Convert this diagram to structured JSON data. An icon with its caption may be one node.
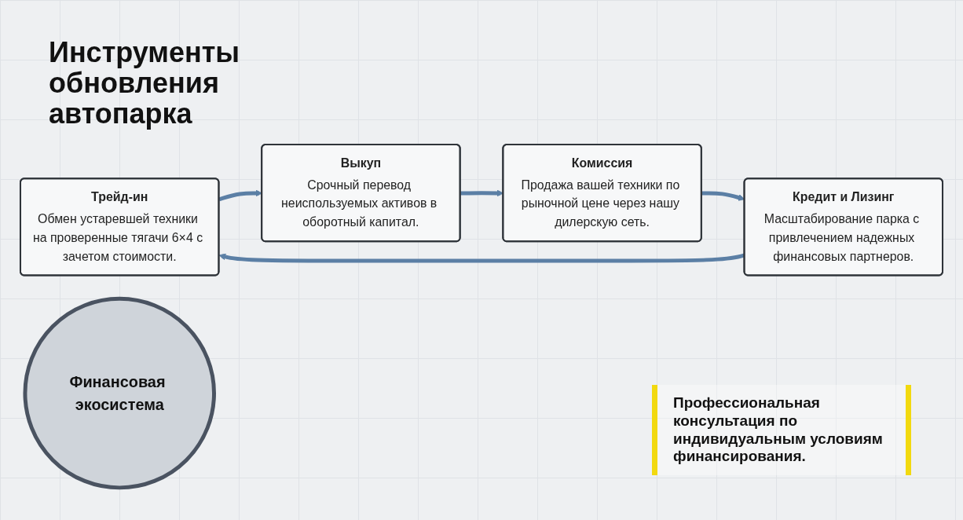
{
  "diagram": {
    "title": "Инструменты обновления автопарка",
    "nodes": [
      {
        "text": [
          "Трейд-ин",
          "Обмен устаревшей техники на проверенные тягачи 6×4 с зачетом стоимости."
        ]
      },
      {
        "text": [
          "Кредит и Лизинг",
          "Масштабирование парка с привлечением надежных финансовых партнеров."
        ]
      },
      {
        "text": [
          "Финансовая экосистема"
        ]
      },
      {
        "text": [
          "Выкуп",
          "Срочный перевод неиспользуемых активов в оборотный капитал."
        ]
      },
      {
        "text": [
          "Комиссия",
          "Продажа вашей техники по рыночной цене через нашу дилерскую сеть."
        ]
      }
    ],
    "edges": [
      {
        "from": 0,
        "to": 3,
        "arrow": "to"
      },
      {
        "from": 3,
        "to": 4,
        "arrow": "to"
      },
      {
        "from": 4,
        "to": 1,
        "arrow": "to"
      },
      {
        "from": 1,
        "to": 0,
        "arrow": "to"
      }
    ],
    "labels": [
      "Профессиональная консультация по индивидуальным условиям финансирования."
    ]
  }
}
